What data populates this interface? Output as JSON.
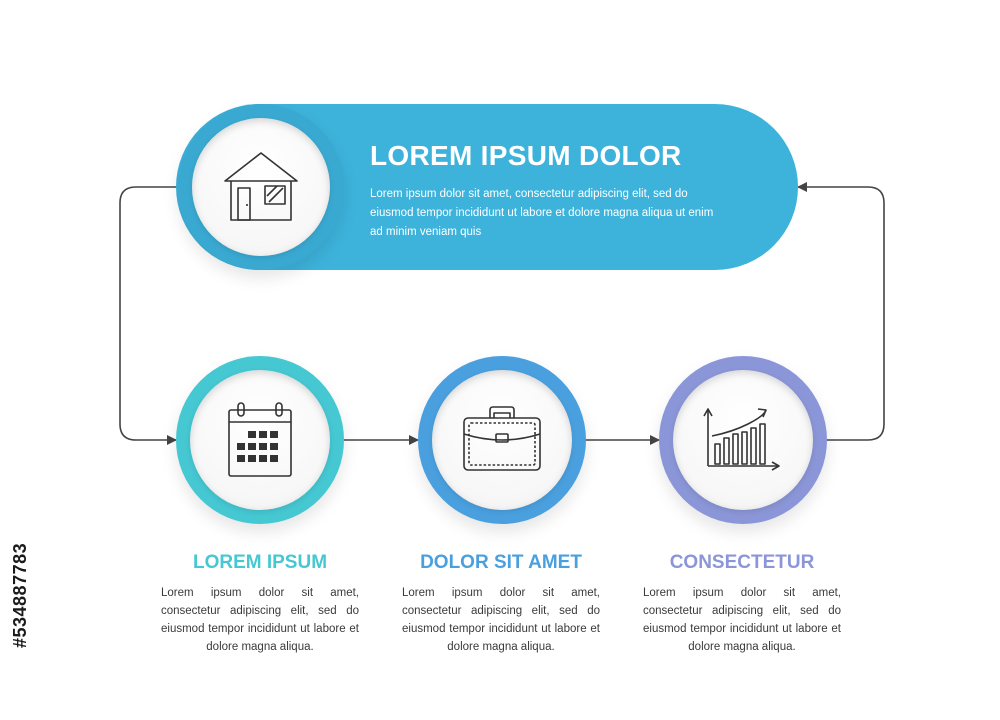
{
  "header": {
    "title": "LOREM IPSUM DOLOR",
    "text": "Lorem ipsum dolor sit amet, consectetur adipiscing elit, sed do eiusmod tempor incididunt ut labore et dolore magna aliqua ut enim ad minim veniam quis",
    "icon": "house-icon",
    "color": "#3db3dc"
  },
  "steps": [
    {
      "title": "LOREM IPSUM",
      "text": "Lorem ipsum dolor sit amet, consectetur adipiscing elit, sed do eiusmod tempor incididunt ut labore et dolore magna aliqua.",
      "icon": "calendar-icon",
      "color": "#45c8d2"
    },
    {
      "title": "DOLOR SIT AMET",
      "text": "Lorem ipsum dolor sit amet, consectetur adipiscing elit, sed do eiusmod tempor incididunt ut labore et dolore magna aliqua.",
      "icon": "briefcase-icon",
      "color": "#4aa0df"
    },
    {
      "title": "CONSECTETUR",
      "text": "Lorem ipsum dolor sit amet, consectetur adipiscing elit, sed do eiusmod tempor incididunt ut labore et dolore magna aliqua.",
      "icon": "growth-chart-icon",
      "color": "#8b96d8"
    }
  ],
  "stock_id": "#534887783",
  "colors": {
    "connector": "#444444",
    "icon_stroke": "#333333",
    "body_text": "#3a3a3a"
  }
}
